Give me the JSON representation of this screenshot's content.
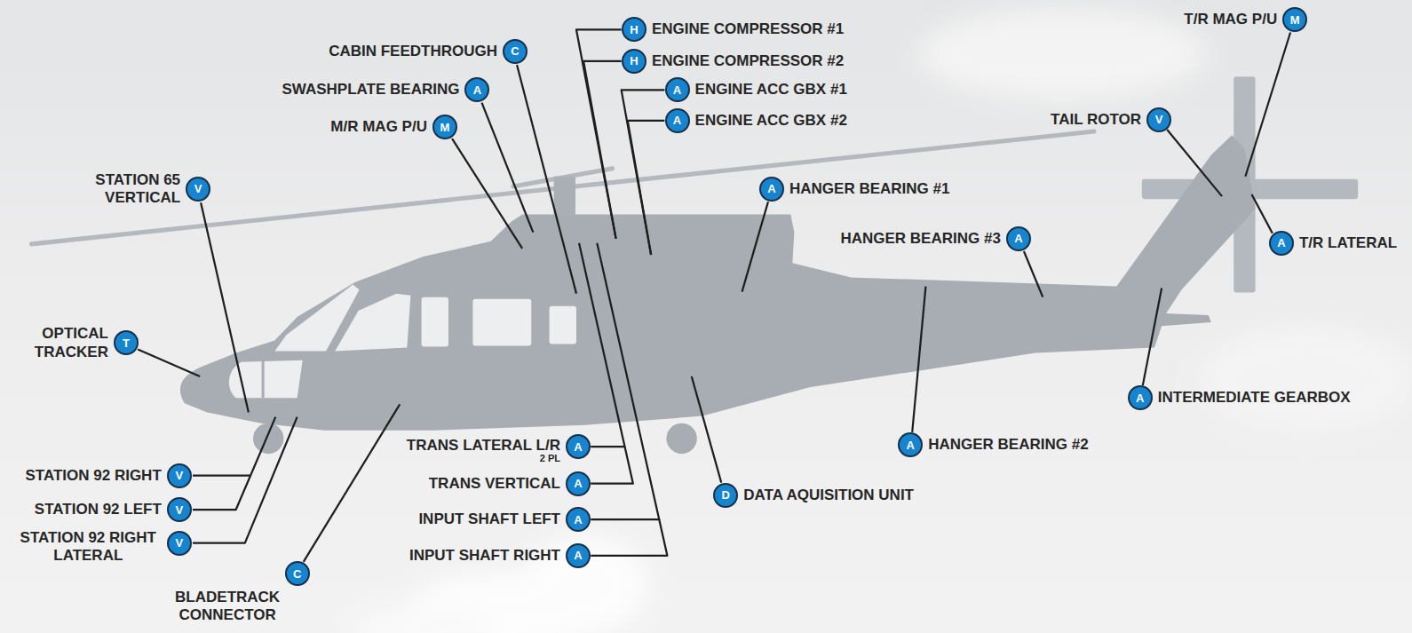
{
  "diagram": {
    "nodes": [
      {
        "text": [
          "T/R MAG P/U",
          "M"
        ]
      },
      {
        "text": [
          "ENGINE COMPRESSOR #1",
          "H"
        ]
      },
      {
        "text": [
          "ENGINE COMPRESSOR #2",
          "H"
        ]
      },
      {
        "text": [
          "CABIN FEEDTHROUGH",
          "C"
        ]
      },
      {
        "text": [
          "ENGINE ACC GBX #1",
          "A"
        ]
      },
      {
        "text": [
          "SWASHPLATE BEARING",
          "A"
        ]
      },
      {
        "text": [
          "ENGINE ACC GBX #2",
          "A"
        ]
      },
      {
        "text": [
          "TAIL ROTOR",
          "V"
        ]
      },
      {
        "text": [
          "M/R MAG P/U",
          "M"
        ]
      },
      {
        "text": [
          "STATION 65 VERTICAL",
          "V"
        ]
      },
      {
        "text": [
          "HANGER BEARING #1",
          "A"
        ]
      },
      {
        "text": [
          "HANGER BEARING #3",
          "A"
        ]
      },
      {
        "text": [
          "T/R LATERAL",
          "A"
        ]
      },
      {
        "text": [
          "OPTICAL TRACKER",
          "T"
        ]
      },
      {
        "text": [
          "INTERMEDIATE GEARBOX",
          "A"
        ]
      },
      {
        "text": [
          "TRANS LATERAL L/R",
          "2 PL",
          "A"
        ]
      },
      {
        "text": [
          "HANGER BEARING #2",
          "A"
        ]
      },
      {
        "text": [
          "STATION 92 RIGHT",
          "V"
        ]
      },
      {
        "text": [
          "TRANS VERTICAL",
          "A"
        ]
      },
      {
        "text": [
          "DATA AQUISITION UNIT",
          "D"
        ]
      },
      {
        "text": [
          "STATION 92 LEFT",
          "V"
        ]
      },
      {
        "text": [
          "INPUT SHAFT LEFT",
          "A"
        ]
      },
      {
        "text": [
          "STATION 92 RIGHT LATERAL",
          "V"
        ]
      },
      {
        "text": [
          "INPUT SHAFT RIGHT",
          "A"
        ]
      },
      {
        "text": [
          "BLADETRACK CONNECTOR",
          "C"
        ]
      }
    ]
  }
}
